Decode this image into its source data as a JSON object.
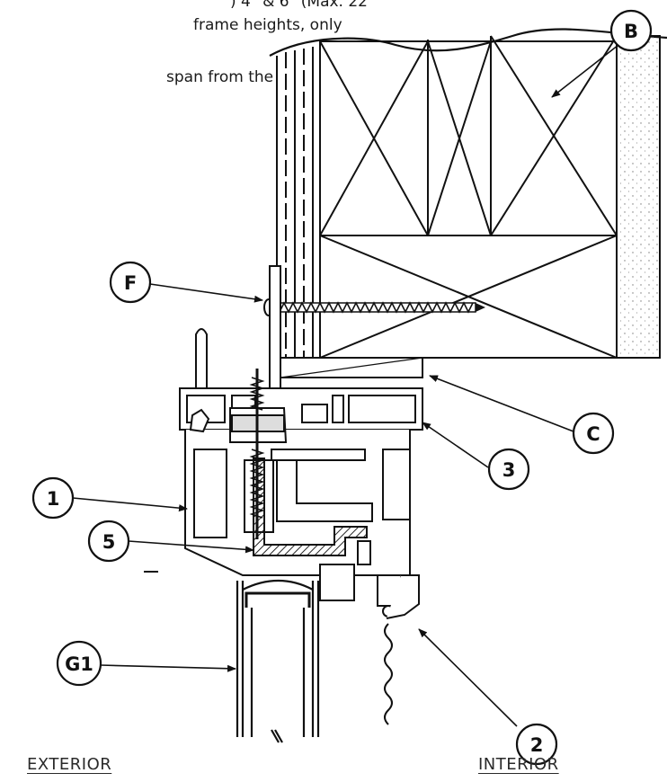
{
  "notes": {
    "line1": ") 4\" & 6\" (Max. 22",
    "line2": "frame heights, only",
    "line3": "span from the"
  },
  "callouts": {
    "b": "B",
    "f": "F",
    "c": "C",
    "n3": "3",
    "n1": "1",
    "n5": "5",
    "g1": "G1",
    "n2": "2"
  },
  "footer": {
    "exterior": "EXTERIOR",
    "interior": "INTERIOR"
  }
}
